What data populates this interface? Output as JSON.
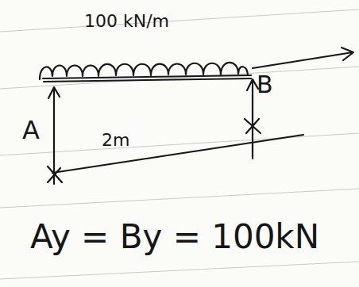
{
  "diagram": {
    "labels": [
      "100 kN/m",
      "B",
      "A",
      "2m",
      "Ay = By = 100kN"
    ]
  }
}
